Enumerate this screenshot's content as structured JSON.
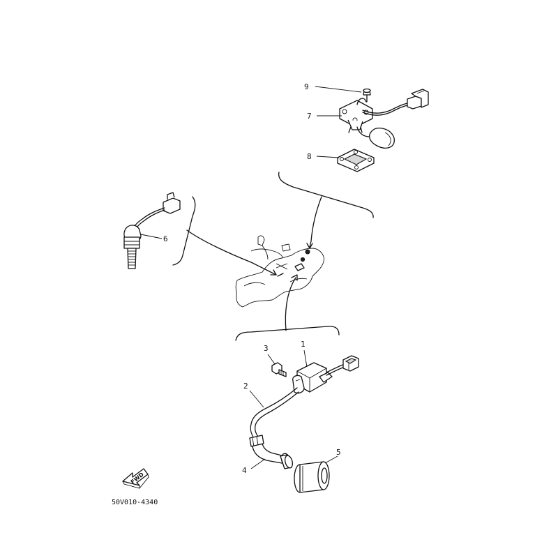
{
  "callouts": [
    {
      "id": "1",
      "text": "1"
    },
    {
      "id": "2",
      "text": "2"
    },
    {
      "id": "3",
      "text": "3"
    },
    {
      "id": "4",
      "text": "4"
    },
    {
      "id": "5",
      "text": "5"
    },
    {
      "id": "6",
      "text": "6"
    },
    {
      "id": "7",
      "text": "7"
    },
    {
      "id": "8",
      "text": "8"
    },
    {
      "id": "9",
      "text": "9"
    }
  ],
  "drawing_code": "50V010-4340",
  "direction_badge": "FWD"
}
